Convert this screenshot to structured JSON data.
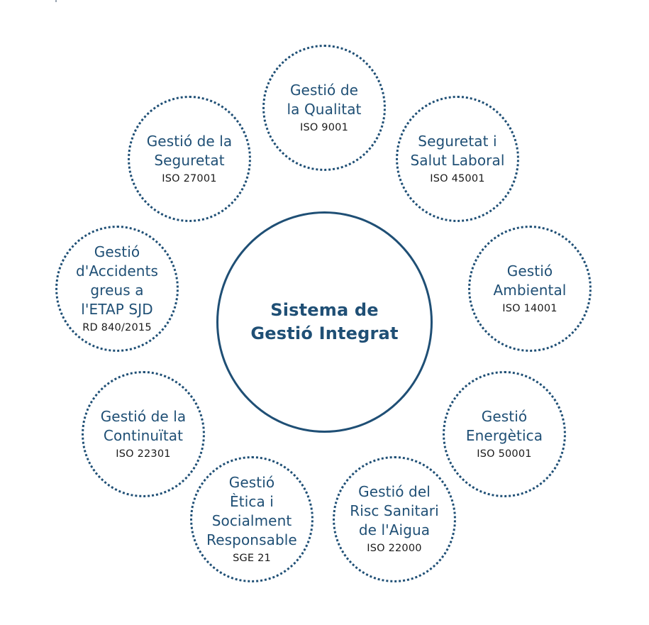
{
  "center": {
    "title": "Sistema de\nGestió Integrat"
  },
  "nodes": [
    {
      "id": "quality",
      "title": "Gestió de\nla Qualitat",
      "code": "ISO 9001"
    },
    {
      "id": "health-safety",
      "title": "Seguretat i\nSalut Laboral",
      "code": "ISO 45001"
    },
    {
      "id": "environmental",
      "title": "Gestió\nAmbiental",
      "code": "ISO 14001"
    },
    {
      "id": "energy",
      "title": "Gestió\nEnergètica",
      "code": "ISO 50001"
    },
    {
      "id": "water-risk",
      "title": "Gestió del\nRisc Sanitari\nde l'Aigua",
      "code": "ISO 22000"
    },
    {
      "id": "ethics",
      "title": "Gestió\nÈtica i\nSocialment\nResponsable",
      "code": "SGE 21"
    },
    {
      "id": "continuity",
      "title": "Gestió de la\nContinuïtat",
      "code": "ISO 22301"
    },
    {
      "id": "major-accidents",
      "title": "Gestió\nd'Accidents\ngreus a\nl'ETAP SJD",
      "code": "RD 840/2015"
    },
    {
      "id": "security",
      "title": "Gestió de la\nSeguretat",
      "code": "ISO 27001"
    }
  ],
  "colors": {
    "primary": "#1f4f75",
    "text": "#1a1a1a",
    "background": "#ffffff"
  }
}
